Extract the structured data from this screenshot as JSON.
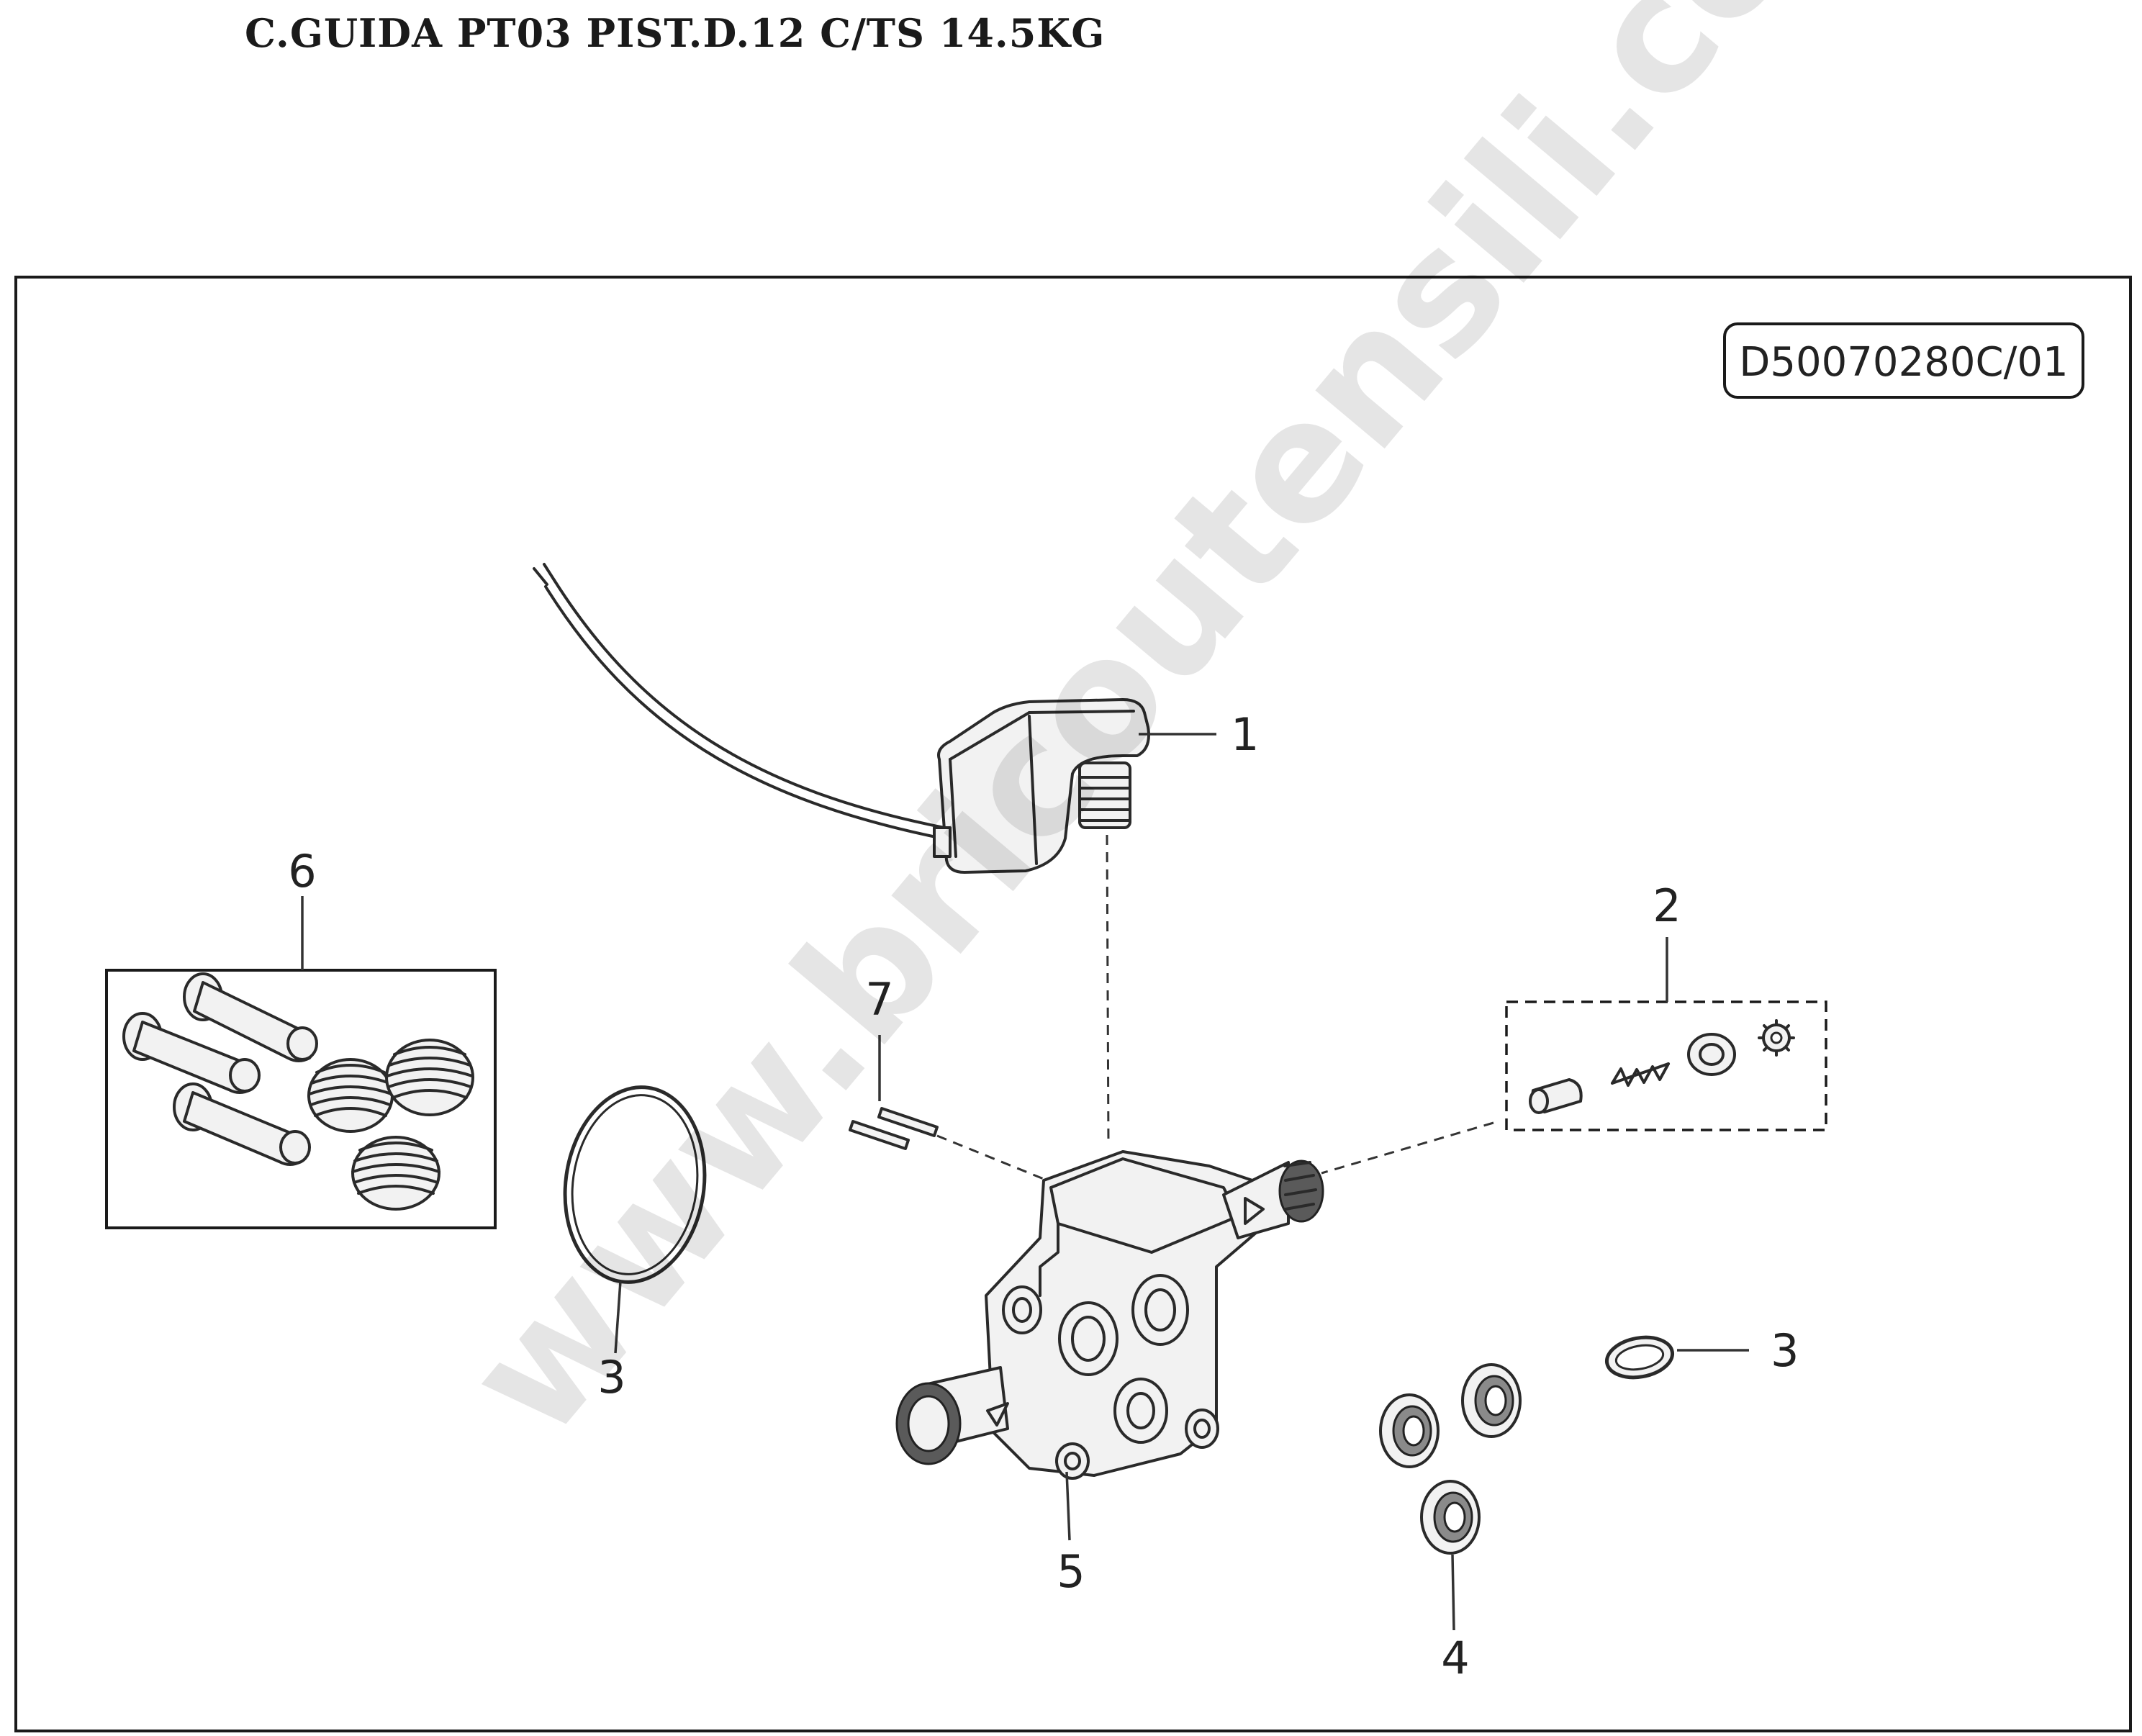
{
  "header": {
    "title": "C.GUIDA PT03 PIST.D.12 C/TS 14.5KG"
  },
  "diagram": {
    "drawing_code": "D50070280C/01",
    "watermark": "www.bricoutensili.com",
    "callouts": {
      "part_1": "1",
      "part_2": "2",
      "part_3_oring": "3",
      "part_3_ring": "3",
      "part_4": "4",
      "part_5": "5",
      "part_6": "6",
      "part_7": "7"
    }
  }
}
